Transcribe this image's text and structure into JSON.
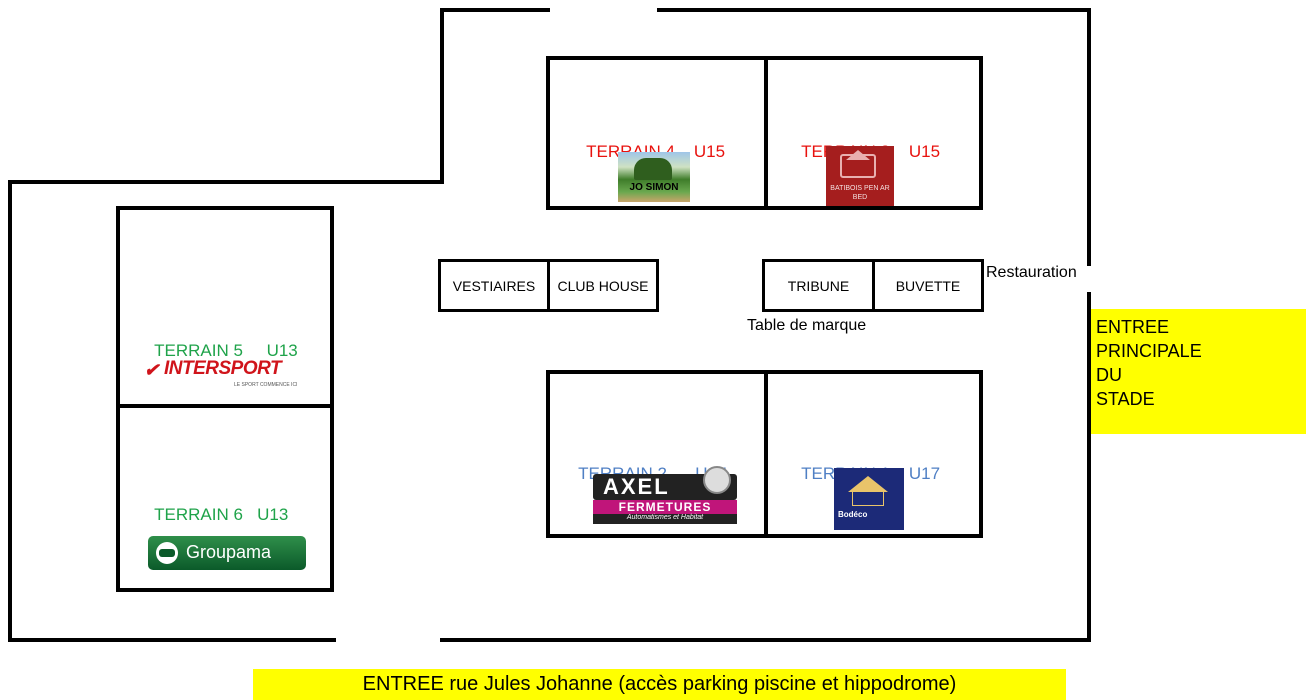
{
  "fields": {
    "t4": {
      "name": "TERRAIN 4",
      "cat": "U15",
      "sponsor": "JO SIMON"
    },
    "t3": {
      "name": "TERRAIN 3",
      "cat": "U15",
      "sponsor": "BATIBOIS PEN AR BED"
    },
    "t5": {
      "name": "TERRAIN 5",
      "cat": "U13",
      "sponsor": "INTERSPORT",
      "sponsor_tag": "LE SPORT COMMENCE ICI"
    },
    "t6": {
      "name": "TERRAIN 6",
      "cat": "U13",
      "sponsor": "Groupama"
    },
    "t2": {
      "name": "TERRAIN 2",
      "cat": "U17",
      "sponsor": "AXEL",
      "sponsor_sub": "FERMETURES",
      "sponsor_tag": "Automatismes et Habitat"
    },
    "t1": {
      "name": "TERRAIN 1",
      "cat": "U17",
      "sponsor": "Bodéco"
    }
  },
  "buildings": {
    "vestiaires": "VESTIAIRES",
    "club_house": "CLUB HOUSE",
    "tribune": "TRIBUNE",
    "buvette": "BUVETTE"
  },
  "labels": {
    "restauration": "Restauration",
    "table_marque": "Table de marque"
  },
  "entrances": {
    "main": [
      "ENTREE",
      "PRINCIPALE",
      "DU",
      "STADE"
    ],
    "rue": "ENTREE rue Jules Johanne (accès parking piscine et hippodrome)"
  },
  "colors": {
    "u15": "#e8120e",
    "u13": "#1fa34a",
    "u17": "#4f7fc4",
    "highlight": "#ffff00"
  }
}
